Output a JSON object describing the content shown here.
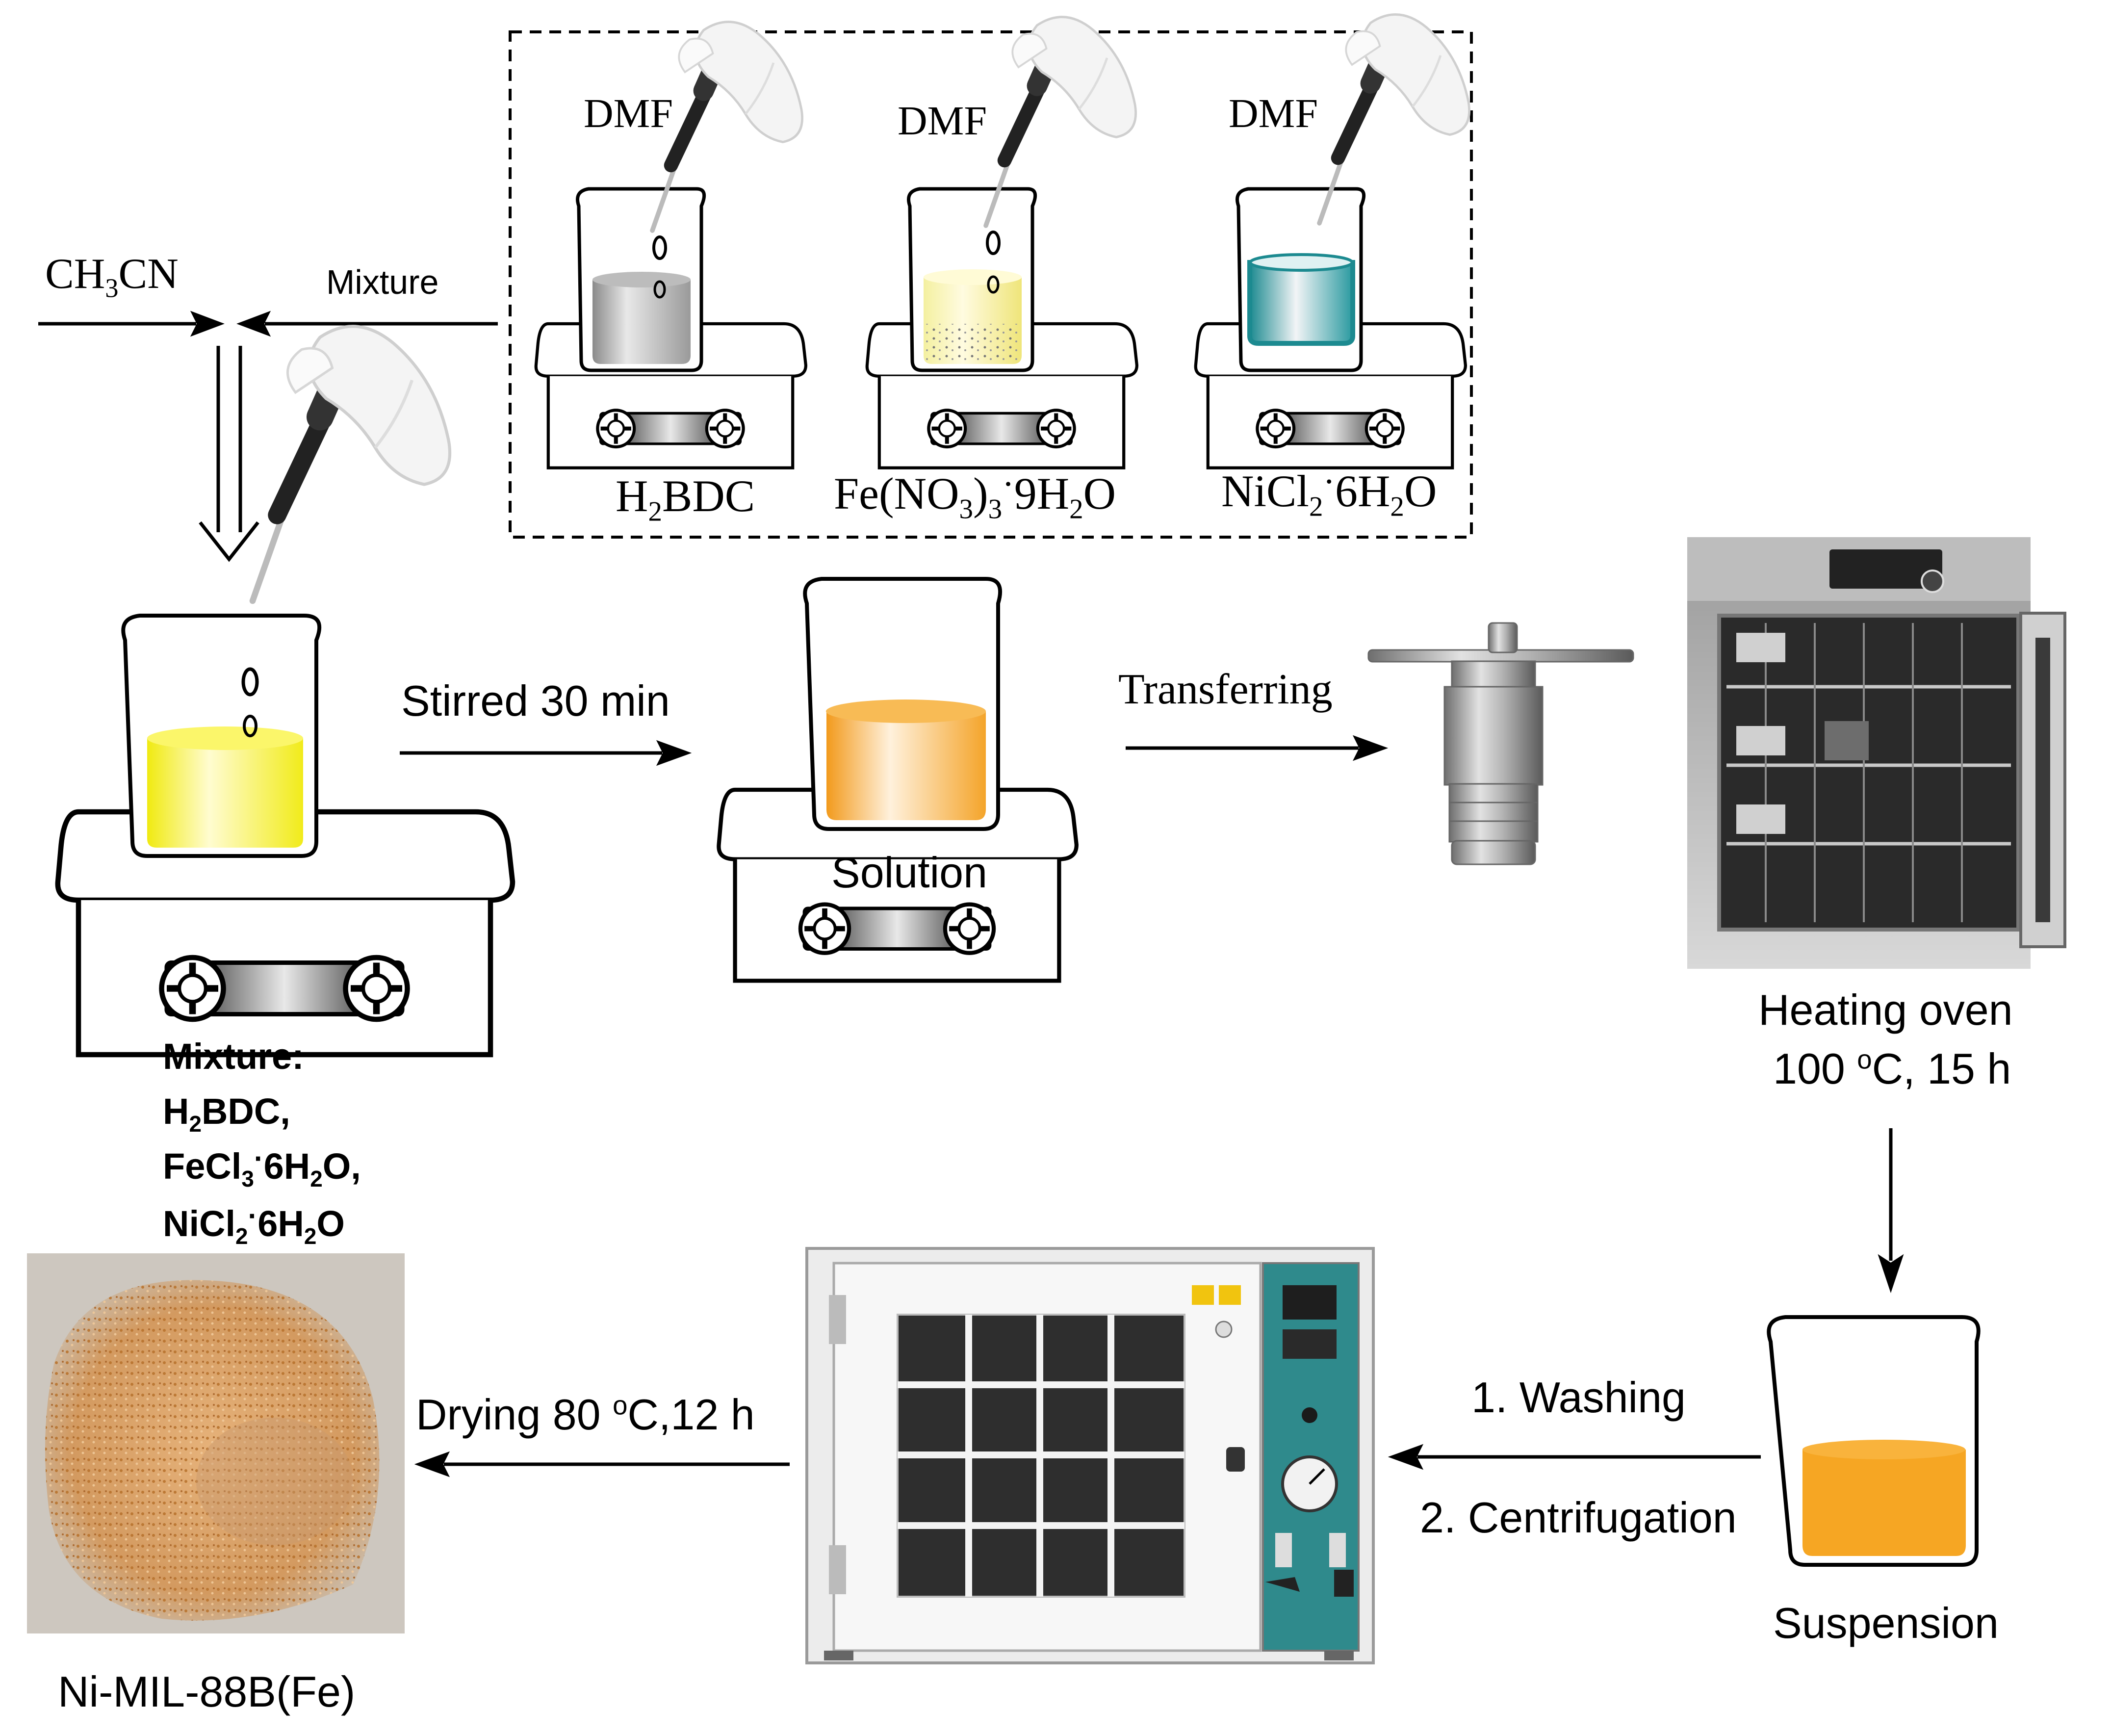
{
  "reagents": [
    {
      "solvent": "DMF",
      "compound_html": "H<sub>2</sub>BDC",
      "liquid": "grey"
    },
    {
      "solvent": "DMF",
      "compound_html": "Fe(NO<sub>3</sub>)<sub>3</sub><span class='dot'>·</span>9H<sub>2</sub>O",
      "liquid": "pale-yellow"
    },
    {
      "solvent": "DMF",
      "compound_html": "NiCl<sub>2</sub><span class='dot'>·</span>6H<sub>2</sub>O",
      "liquid": "teal"
    }
  ],
  "ch3cn_html": "CH<sub>3</sub>CN",
  "mixture_arrow_label": "Mixture",
  "stirred_label": "Stirred 30 min",
  "solution_label": "Solution",
  "transferring_label": "Transferring",
  "heating_oven_label": "Heating oven",
  "heating_conditions_html": "100 <sup>o</sup>C, 15 h",
  "suspension_label": "Suspension",
  "washing_label": "1. Washing",
  "centrifugation_label": "2. Centrifugation",
  "drying_label_html": "Drying 80 <sup>o</sup>C,12 h",
  "product_label": "Ni-MIL-88B(Fe)",
  "mixture_title": "Mixture:",
  "mixture_items_html": [
    "H<sub>2</sub>BDC,",
    "FeCl<sub>3</sub><span class='dot'>·</span>6H<sub>2</sub>O,",
    "NiCl<sub>2</sub><span class='dot'>·</span>6H<sub>2</sub>O"
  ],
  "colors": {
    "yellow_solution": "#f5f02a",
    "orange_solution": "#f6a623",
    "teal_solution": "#2a9aa0",
    "product_powder": "#d9a46a"
  }
}
